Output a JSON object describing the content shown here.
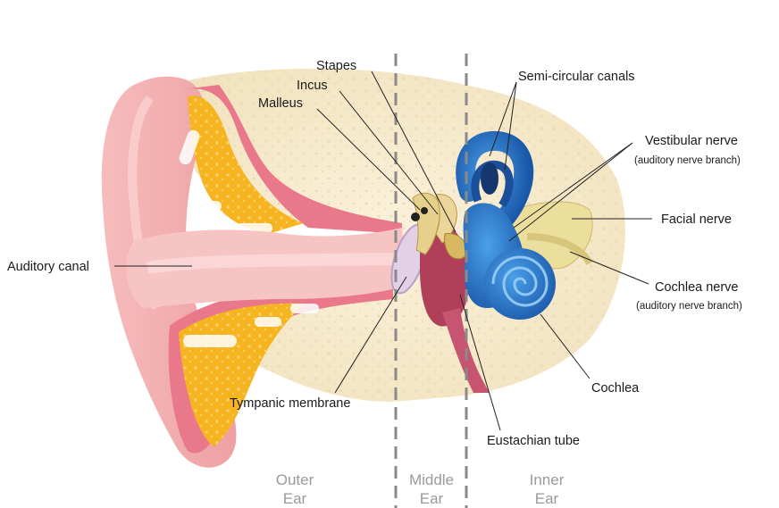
{
  "labels": {
    "stapes": "Stapes",
    "incus": "Incus",
    "malleus": "Malleus",
    "semicircular_canals": "Semi-circular canals",
    "vestibular_nerve": "Vestibular nerve",
    "vestibular_nerve_sub": "(auditory nerve branch)",
    "facial_nerve": "Facial nerve",
    "cochlea_nerve": "Cochlea nerve",
    "cochlea_nerve_sub": "(auditory nerve branch)",
    "cochlea": "Cochlea",
    "eustachian_tube": "Eustachian tube",
    "tympanic_membrane": "Tympanic membrane",
    "auditory_canal": "Auditory canal"
  },
  "regions": {
    "outer": [
      "Outer",
      "Ear"
    ],
    "middle": [
      "Middle",
      "Ear"
    ],
    "inner": [
      "Inner",
      "Ear"
    ]
  },
  "colors": {
    "skin": "#f2a6a6",
    "skin_dark": "#e27e84",
    "canal": "#f7c4c4",
    "bone": "#f4e7c8",
    "fat": "#f6b421",
    "inner_ear": "#2a74c5",
    "inner_ear_dark": "#1b4f9a",
    "ossicle": "#e8d59a",
    "nerve": "#ecdf9e",
    "region_text": "#9a9a9a"
  }
}
